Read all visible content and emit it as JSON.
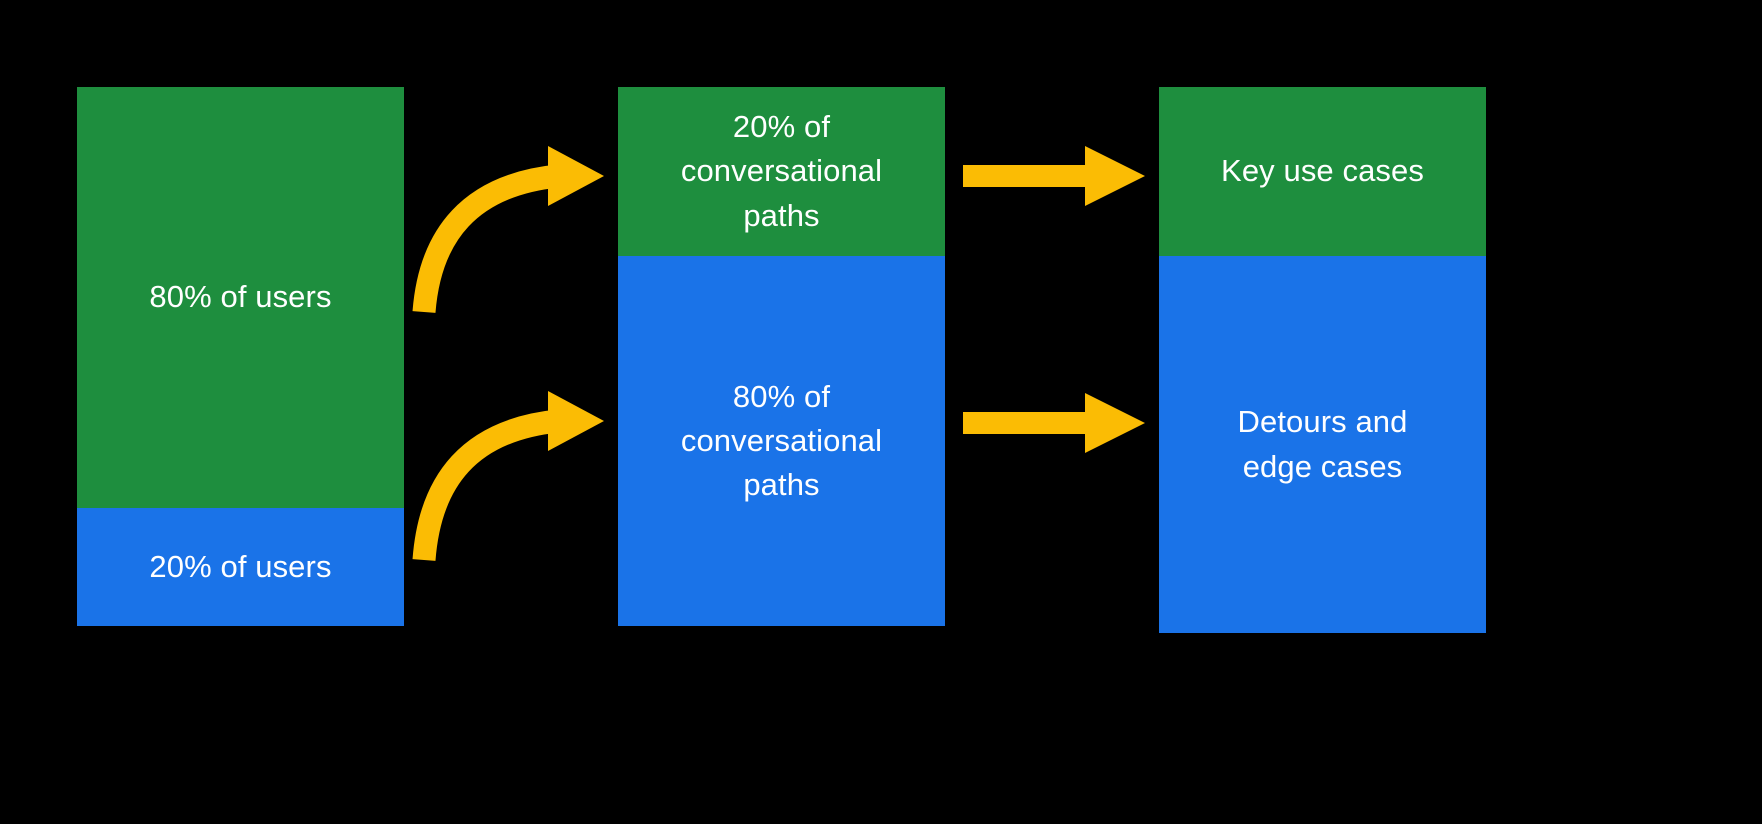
{
  "diagram": {
    "title": "80/20 conversational design distribution",
    "background_color": "#000000",
    "accent_color": "#FBBC04",
    "green_color": "#1E8E3E",
    "blue_color": "#1A73E8",
    "text_color": "#FFFFFF",
    "columns": [
      {
        "name": "users",
        "segments": [
          {
            "label": "80% of users",
            "color": "#1E8E3E",
            "share": 80
          },
          {
            "label": "20% of users",
            "color": "#1A73E8",
            "share": 20
          }
        ]
      },
      {
        "name": "conversational-paths",
        "segments": [
          {
            "label": "20% of\nconversational\npaths",
            "color": "#1E8E3E",
            "share": 20
          },
          {
            "label": "80% of\nconversational\npaths",
            "color": "#1A73E8",
            "share": 80
          }
        ]
      },
      {
        "name": "outcomes",
        "segments": [
          {
            "label": "Key use cases",
            "color": "#1E8E3E",
            "share": 20
          },
          {
            "label": "Detours and\nedge cases",
            "color": "#1A73E8",
            "share": 80
          }
        ]
      }
    ],
    "connectors": [
      {
        "name": "curved-arrow-users-to-top-paths",
        "style": "curved",
        "color": "#FBBC04"
      },
      {
        "name": "curved-arrow-users-to-bottom-paths",
        "style": "curved",
        "color": "#FBBC04"
      },
      {
        "name": "straight-arrow-top-paths-to-key-use-cases",
        "style": "straight",
        "color": "#FBBC04"
      },
      {
        "name": "straight-arrow-bottom-paths-to-detours",
        "style": "straight",
        "color": "#FBBC04"
      }
    ]
  }
}
